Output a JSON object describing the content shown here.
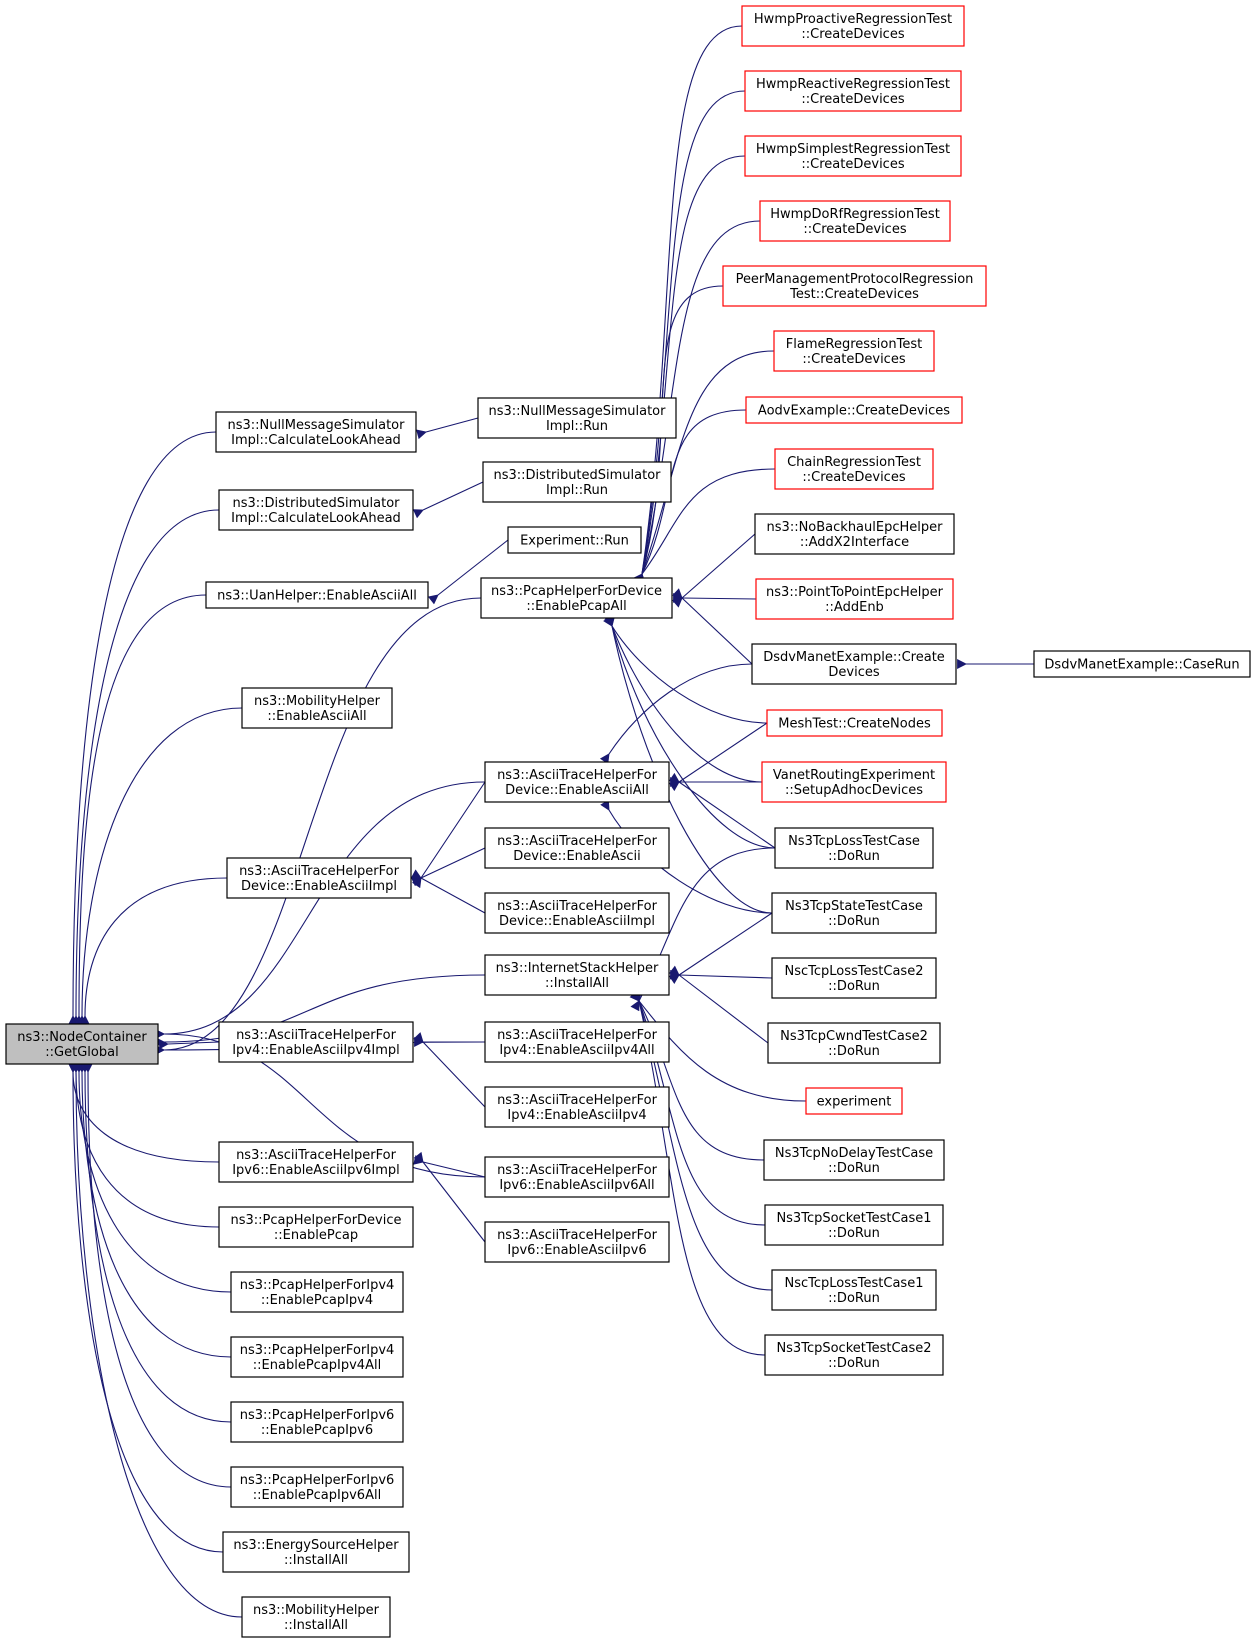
{
  "colors": {
    "edge": "#191970",
    "box_normal": "#000000",
    "box_truncated": "#ff0000",
    "box_focus_fill": "#bfbfbf"
  },
  "nodes": {
    "root": {
      "lines": [
        "ns3::NodeContainer",
        "::GetGlobal"
      ],
      "kind": "focus"
    },
    "nms_calc": {
      "lines": [
        "ns3::NullMessageSimulator",
        "Impl::CalculateLookAhead"
      ],
      "kind": "normal"
    },
    "nms_run": {
      "lines": [
        "ns3::NullMessageSimulator",
        "Impl::Run"
      ],
      "kind": "normal"
    },
    "ds_calc": {
      "lines": [
        "ns3::DistributedSimulator",
        "Impl::CalculateLookAhead"
      ],
      "kind": "normal"
    },
    "ds_run": {
      "lines": [
        "ns3::DistributedSimulator",
        "Impl::Run"
      ],
      "kind": "normal"
    },
    "uan": {
      "lines": [
        "ns3::UanHelper::EnableAsciiAll"
      ],
      "kind": "normal"
    },
    "exp_run": {
      "lines": [
        "Experiment::Run"
      ],
      "kind": "normal"
    },
    "mob_ascii": {
      "lines": [
        "ns3::MobilityHelper",
        "::EnableAsciiAll"
      ],
      "kind": "normal"
    },
    "pcap_all": {
      "lines": [
        "ns3::PcapHelperForDevice",
        "::EnablePcapAll"
      ],
      "kind": "normal"
    },
    "ath_dev_all": {
      "lines": [
        "ns3::AsciiTraceHelperFor",
        "Device::EnableAsciiAll"
      ],
      "kind": "normal"
    },
    "ath_dev_impl": {
      "lines": [
        "ns3::AsciiTraceHelperFor",
        "Device::EnableAsciiImpl"
      ],
      "kind": "normal"
    },
    "ath_dev_ascii": {
      "lines": [
        "ns3::AsciiTraceHelperFor",
        "Device::EnableAscii"
      ],
      "kind": "normal"
    },
    "ath_dev_asciiimpl": {
      "lines": [
        "ns3::AsciiTraceHelperFor",
        "Device::EnableAsciiImpl"
      ],
      "kind": "normal"
    },
    "ish_install": {
      "lines": [
        "ns3::InternetStackHelper",
        "::InstallAll"
      ],
      "kind": "normal"
    },
    "ath_ipv4_impl": {
      "lines": [
        "ns3::AsciiTraceHelperFor",
        "Ipv4::EnableAsciiIpv4Impl"
      ],
      "kind": "normal"
    },
    "ath_ipv4_all": {
      "lines": [
        "ns3::AsciiTraceHelperFor",
        "Ipv4::EnableAsciiIpv4All"
      ],
      "kind": "normal"
    },
    "ath_ipv4": {
      "lines": [
        "ns3::AsciiTraceHelperFor",
        "Ipv4::EnableAsciiIpv4"
      ],
      "kind": "normal"
    },
    "ath_ipv6_impl": {
      "lines": [
        "ns3::AsciiTraceHelperFor",
        "Ipv6::EnableAsciiIpv6Impl"
      ],
      "kind": "normal"
    },
    "ath_ipv6_all": {
      "lines": [
        "ns3::AsciiTraceHelperFor",
        "Ipv6::EnableAsciiIpv6All"
      ],
      "kind": "normal"
    },
    "ath_ipv6": {
      "lines": [
        "ns3::AsciiTraceHelperFor",
        "Ipv6::EnableAsciiIpv6"
      ],
      "kind": "normal"
    },
    "pcap_dev": {
      "lines": [
        "ns3::PcapHelperForDevice",
        "::EnablePcap"
      ],
      "kind": "normal"
    },
    "pcap_ipv4": {
      "lines": [
        "ns3::PcapHelperForIpv4",
        "::EnablePcapIpv4"
      ],
      "kind": "normal"
    },
    "pcap_ipv4_all": {
      "lines": [
        "ns3::PcapHelperForIpv4",
        "::EnablePcapIpv4All"
      ],
      "kind": "normal"
    },
    "pcap_ipv6": {
      "lines": [
        "ns3::PcapHelperForIpv6",
        "::EnablePcapIpv6"
      ],
      "kind": "normal"
    },
    "pcap_ipv6_all": {
      "lines": [
        "ns3::PcapHelperForIpv6",
        "::EnablePcapIpv6All"
      ],
      "kind": "normal"
    },
    "energy": {
      "lines": [
        "ns3::EnergySourceHelper",
        "::InstallAll"
      ],
      "kind": "normal"
    },
    "mob_install": {
      "lines": [
        "ns3::MobilityHelper",
        "::InstallAll"
      ],
      "kind": "normal"
    },
    "hwmp_pro": {
      "lines": [
        "HwmpProactiveRegressionTest",
        "::CreateDevices"
      ],
      "kind": "truncated"
    },
    "hwmp_re": {
      "lines": [
        "HwmpReactiveRegressionTest",
        "::CreateDevices"
      ],
      "kind": "truncated"
    },
    "hwmp_simp": {
      "lines": [
        "HwmpSimplestRegressionTest",
        "::CreateDevices"
      ],
      "kind": "truncated"
    },
    "hwmp_dorf": {
      "lines": [
        "HwmpDoRfRegressionTest",
        "::CreateDevices"
      ],
      "kind": "truncated"
    },
    "peer": {
      "lines": [
        "PeerManagementProtocolRegression",
        "Test::CreateDevices"
      ],
      "kind": "truncated"
    },
    "flame": {
      "lines": [
        "FlameRegressionTest",
        "::CreateDevices"
      ],
      "kind": "truncated"
    },
    "aodv": {
      "lines": [
        "AodvExample::CreateDevices"
      ],
      "kind": "truncated"
    },
    "chain": {
      "lines": [
        "ChainRegressionTest",
        "::CreateDevices"
      ],
      "kind": "truncated"
    },
    "noback": {
      "lines": [
        "ns3::NoBackhaulEpcHelper",
        "::AddX2Interface"
      ],
      "kind": "normal"
    },
    "p2p": {
      "lines": [
        "ns3::PointToPointEpcHelper",
        "::AddEnb"
      ],
      "kind": "truncated"
    },
    "dsdv_create": {
      "lines": [
        "DsdvManetExample::Create",
        "Devices"
      ],
      "kind": "normal"
    },
    "dsdv_caserun": {
      "lines": [
        "DsdvManetExample::CaseRun"
      ],
      "kind": "normal"
    },
    "meshtest": {
      "lines": [
        "MeshTest::CreateNodes"
      ],
      "kind": "truncated"
    },
    "vanet": {
      "lines": [
        "VanetRoutingExperiment",
        "::SetupAdhocDevices"
      ],
      "kind": "truncated"
    },
    "tcploss": {
      "lines": [
        "Ns3TcpLossTestCase",
        "::DoRun"
      ],
      "kind": "normal"
    },
    "tcpstate": {
      "lines": [
        "Ns3TcpStateTestCase",
        "::DoRun"
      ],
      "kind": "normal"
    },
    "nsc2": {
      "lines": [
        "NscTcpLossTestCase2",
        "::DoRun"
      ],
      "kind": "normal"
    },
    "cwnd2": {
      "lines": [
        "Ns3TcpCwndTestCase2",
        "::DoRun"
      ],
      "kind": "normal"
    },
    "experiment": {
      "lines": [
        "experiment"
      ],
      "kind": "truncated"
    },
    "nodelay": {
      "lines": [
        "Ns3TcpNoDelayTestCase",
        "::DoRun"
      ],
      "kind": "normal"
    },
    "sock1": {
      "lines": [
        "Ns3TcpSocketTestCase1",
        "::DoRun"
      ],
      "kind": "normal"
    },
    "nsc1": {
      "lines": [
        "NscTcpLossTestCase1",
        "::DoRun"
      ],
      "kind": "normal"
    },
    "sock2": {
      "lines": [
        "Ns3TcpSocketTestCase2",
        "::DoRun"
      ],
      "kind": "normal"
    }
  }
}
